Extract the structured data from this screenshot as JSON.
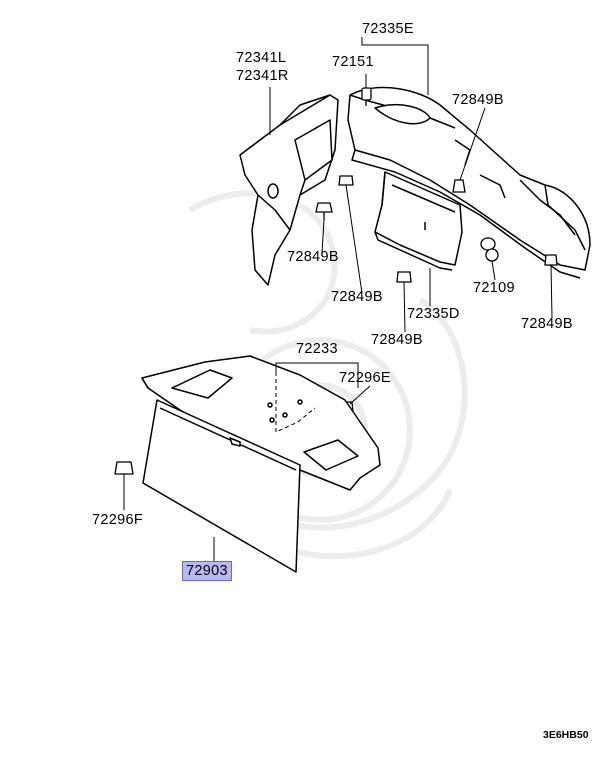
{
  "part_labels": {
    "p72335E": "72335E",
    "p72151": "72151",
    "p72341L": "72341L",
    "p72341R": "72341R",
    "p72849B_top": "72849B",
    "p72849B_left": "72849B",
    "p72849B_mid": "72849B",
    "p72849B_right": "72849B",
    "p72849B_low": "72849B",
    "p72109": "72109",
    "p72335D": "72335D",
    "p72233": "72233",
    "p72296E": "72296E",
    "p72296F": "72296F",
    "p72903": "72903"
  },
  "diagram_code": "3E6HB50",
  "highlight_color": "#b9b9ee"
}
